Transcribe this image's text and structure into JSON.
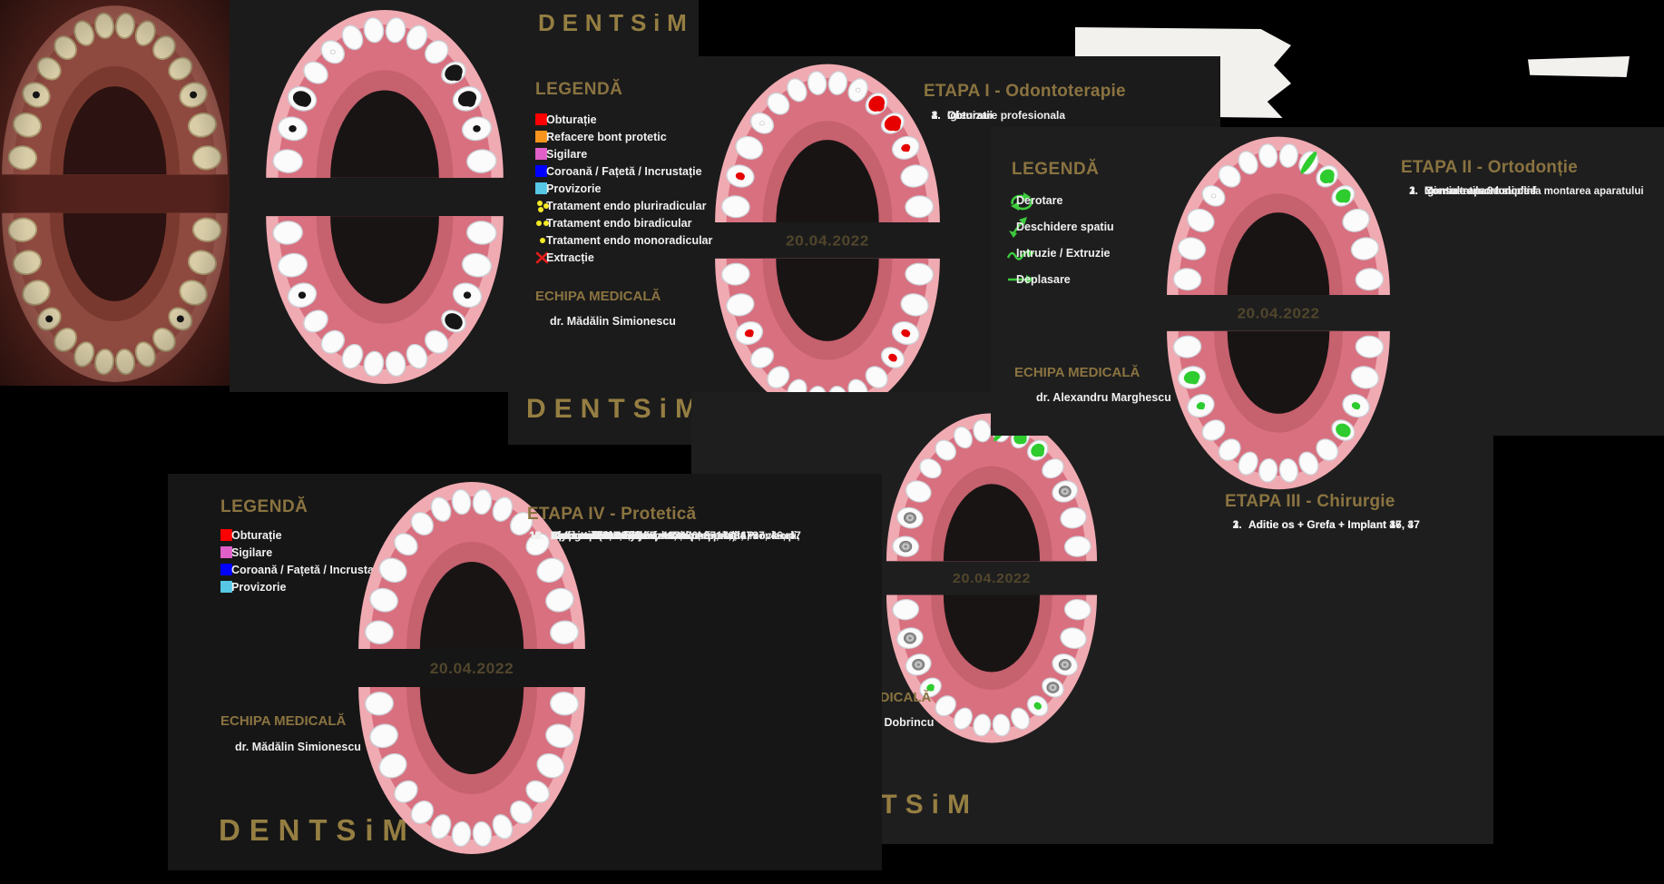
{
  "logo_text": "DENTSiM",
  "watermark_date": "20.04.2022",
  "legend_title": "LEGENDĂ",
  "team_title": "ECHIPA MEDICALĂ",
  "colors": {
    "gold_title": "#8a7340",
    "gold_logo": "#957e42",
    "text_white": "#efefef",
    "green_arrow": "#3ecc3e",
    "watermark": "#564a2e",
    "red": "#fe0000",
    "orange": "#f7941d",
    "pink": "#e05fc8",
    "blue": "#0000fe",
    "cyan": "#56c7e4",
    "yellow": "#f4e926"
  },
  "photo": {
    "chart": {
      "upper": [
        "",
        "",
        "black-sm",
        "",
        "",
        "",
        "",
        "",
        "",
        "",
        "",
        "black-sm",
        "",
        ""
      ],
      "lower": [
        "",
        "",
        "",
        "black-sm",
        "",
        "",
        "",
        "",
        "",
        "",
        "black-sm",
        "",
        "",
        ""
      ]
    }
  },
  "slides": {
    "initial": {
      "chart": {
        "upper": [
          "",
          "black-sm",
          "black",
          "",
          "wdot",
          "",
          "",
          "",
          "",
          "",
          "black",
          "black",
          "black-sm",
          ""
        ],
        "lower": [
          "",
          "",
          "black-sm",
          "",
          "",
          "",
          "",
          "",
          "",
          "",
          "black",
          "black-sm",
          "",
          ""
        ]
      }
    },
    "etapa1": {
      "stage_title": "ETAPA I - Odontoterapie",
      "steps": [
        "Igienizare profesionala",
        "Obturatii",
        "Obturatii",
        "Obturatii"
      ],
      "doctor": "dr. Mădălin Simionescu",
      "legend": [
        {
          "icon": "sq",
          "color": "#fe0000",
          "label": "Obturație"
        },
        {
          "icon": "sq",
          "color": "#f7941d",
          "label": "Refacere bont protetic"
        },
        {
          "icon": "sq",
          "color": "#e05fc8",
          "label": "Sigilare"
        },
        {
          "icon": "sq",
          "color": "#0000fe",
          "label": "Coroană / Fațetă / Incrustație"
        },
        {
          "icon": "sq",
          "color": "#56c7e4",
          "label": "Provizorie"
        },
        {
          "icon": "dots3",
          "color": "#f4e926",
          "label": "Tratament endo pluriradicular"
        },
        {
          "icon": "dots2",
          "color": "#f4e926",
          "label": "Tratament endo biradicular"
        },
        {
          "icon": "dots1",
          "color": "#f4e926",
          "label": "Tratament endo monoradicular"
        },
        {
          "icon": "x",
          "color": "#e31b1b",
          "label": "Extracție"
        }
      ],
      "chart": {
        "upper": [
          "",
          "red-sm",
          "",
          "wdot",
          "",
          "",
          "",
          "",
          "wdot",
          "red",
          "red",
          "red-sm",
          "",
          ""
        ],
        "lower": [
          "",
          "",
          "red-sm",
          "",
          "",
          "",
          "",
          "",
          "",
          "",
          "red-sm",
          "red-sm",
          "",
          ""
        ]
      }
    },
    "etapa2": {
      "stage_title": "ETAPA II - Ortodonție",
      "steps": [
        "Consultatie ortodontie",
        "Montare aparat sup/inf",
        "Igienizare la 3 luni de la montarea aparatului"
      ],
      "doctor": "dr. Alexandru Marghescu",
      "legend": [
        {
          "icon": "derotare",
          "color": "#3ecc3e",
          "label": "Derotare"
        },
        {
          "icon": "deschidere",
          "color": "#3ecc3e",
          "label": "Deschidere spatiu"
        },
        {
          "icon": "intruzie",
          "color": "#3ecc3e",
          "label": "Intruzie / Extruzie"
        },
        {
          "icon": "deplasare",
          "color": "#3ecc3e",
          "label": "Deplasare"
        }
      ],
      "chart": {
        "upper": [
          "",
          "",
          "",
          "wdot",
          "",
          "",
          "",
          "",
          "green-streak",
          "green",
          "green",
          "",
          "",
          ""
        ],
        "lower": [
          "",
          "green",
          "green-sm",
          "",
          "",
          "",
          "",
          "",
          "",
          "",
          "green",
          "green-sm",
          "",
          ""
        ]
      }
    },
    "etapa3": {
      "stage_title": "ETAPA III - Chirurgie",
      "steps": [
        "Aditie os + Grefa + Implant 17",
        "Aditie os + Grefa + Implant 46, 47",
        "Aditie os + Grefa + Implant 36, 37"
      ],
      "doctor": "dr. Marius Dobrincu",
      "chart": {
        "upper": [
          "implant",
          "implant",
          "",
          "",
          "",
          "",
          "",
          "green-streak",
          "green",
          "green",
          "",
          "implant",
          "",
          ""
        ],
        "lower": [
          "",
          "implant",
          "implant",
          "green-sm",
          "",
          "",
          "",
          "",
          "",
          "green-sm",
          "implant",
          "implant",
          "",
          ""
        ]
      }
    },
    "etapa4": {
      "stage_title": "ETAPA IV - Protetică",
      "steps": [
        "Fotografii studio/intraorale; Amprenta mock-up",
        "Mock-up (Planificare estetica finala)",
        "Amprenta bont hybrid 17, 36, 37, 46, 47",
        "Aplicare bont hybrid + Coroane 17, 36, 37, 46, 47",
        "Cimentare 17, 36, 37, 46, 47",
        "Slefuire 15 - 25,; Amprenta preparatii;  Provizorii;",
        "Try-in",
        "Cimentare 15 - 25",
        "Extractii 18, 48",
        "Extractii 28, 38",
        "Sedinta foto"
      ],
      "doctor": "dr. Mădălin Simionescu",
      "legend": [
        {
          "icon": "sq",
          "color": "#fe0000",
          "label": "Obturație"
        },
        {
          "icon": "sq",
          "color": "#e05fc8",
          "label": "Sigilare"
        },
        {
          "icon": "sq",
          "color": "#0000fe",
          "label": "Coroană / Fațetă / Incrustație"
        },
        {
          "icon": "sq",
          "color": "#56c7e4",
          "label": "Provizorie"
        }
      ]
    }
  }
}
